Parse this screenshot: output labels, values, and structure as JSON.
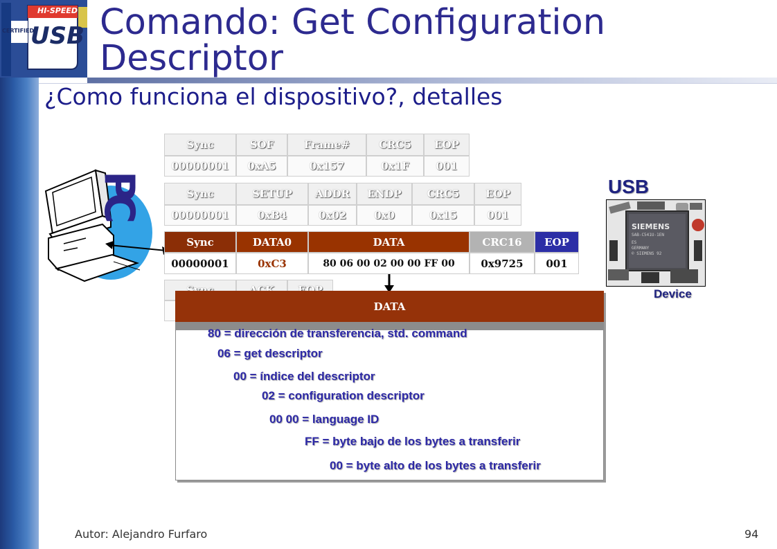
{
  "slide": {
    "title_line1": "Comando: Get Configuration",
    "title_line2": "Descriptor",
    "subtitle": "¿Como funciona el dispositivo?, detalles",
    "footer_author": "Autor: Alejandro Furfaro",
    "page_number": "94"
  },
  "logo": {
    "top": "HI-SPEED",
    "side": "CERTIFIED",
    "main": "USB"
  },
  "pc_label": "PC",
  "usb_label": "USB",
  "device_label": "Device",
  "chip_text": {
    "brand": "SIEMENS",
    "line1": "SAB-C541U-1EN",
    "line2": "ES",
    "line3": "GERMANY",
    "line4": "© SIEMENS 92"
  },
  "packets": {
    "sof": {
      "headers": [
        "Sync",
        "SOF",
        "Frame#",
        "CRC5",
        "EOP"
      ],
      "values": [
        "00000001",
        "0xA5",
        "0x157",
        "0x1F",
        "001"
      ]
    },
    "setup": {
      "headers": [
        "Sync",
        "SETUP",
        "ADDR",
        "ENDP",
        "CRC5",
        "EOP"
      ],
      "values": [
        "00000001",
        "0xB4",
        "0x02",
        "0x0",
        "0x15",
        "001"
      ]
    },
    "data0": {
      "headers": [
        "Sync",
        "DATA0",
        "DATA",
        "CRC16",
        "EOP"
      ],
      "values": [
        "00000001",
        "0xC3",
        "80 06 00 02 00 00 FF 00",
        "0x9725",
        "001"
      ]
    },
    "ack": {
      "headers": [
        "Sync",
        "ACK",
        "EOP"
      ]
    }
  },
  "data_detail": {
    "header": "DATA",
    "lines": [
      "80 = dirección de transferencia, std. command",
      "06 = get descriptor",
      "00 = índice del descriptor",
      "02 = configuration descriptor",
      "00 00 = language ID",
      "FF = byte bajo de los  bytes a transferir",
      "00 = byte alto de los bytes a transferir"
    ]
  },
  "colors": {
    "title": "#2d2a8f",
    "sync_cell": "#8b2e06",
    "data0_cell": "#993300",
    "crc16_header": "#b3b3b3",
    "eop_header": "#2c2ea6",
    "detail_text": "#2d29a6"
  }
}
